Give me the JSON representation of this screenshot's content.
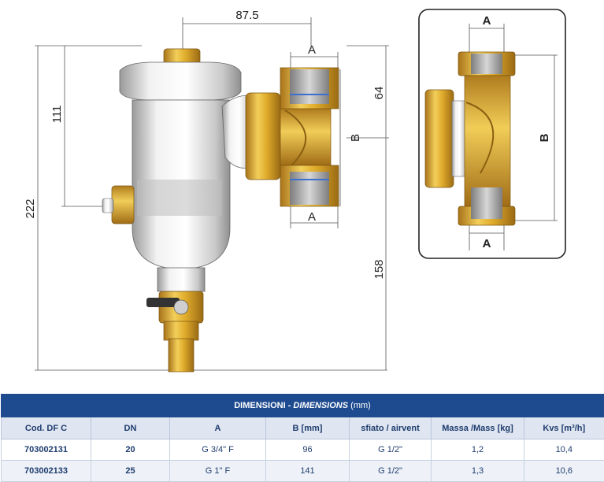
{
  "drawing": {
    "dim_width_main": "87.5",
    "dim_height_total": "222",
    "dim_height_upper": "111",
    "dim_height_lower": "158",
    "dim_height_right": "64",
    "label_a": "A",
    "label_b": "B"
  },
  "table": {
    "title_main": "DIMENSIONI - ",
    "title_italic": "DIMENSIONS",
    "title_unit": " (mm)",
    "headers": [
      "Cod. DF C",
      "DN",
      "A",
      "B [mm]",
      "sfiato / airvent",
      "Massa /Mass [kg]",
      "Kvs [m³/h]"
    ],
    "rows": [
      [
        "703002131",
        "20",
        "G 3/4\" F",
        "96",
        "G 1/2\"",
        "1,2",
        "10,4"
      ],
      [
        "703002133",
        "25",
        "G 1\" F",
        "141",
        "G 1/2\"",
        "1,3",
        "10,6"
      ]
    ]
  },
  "colors": {
    "brass": "#d9a520",
    "steel": "#d8d8d8",
    "header_blue": "#1e4b8f"
  }
}
